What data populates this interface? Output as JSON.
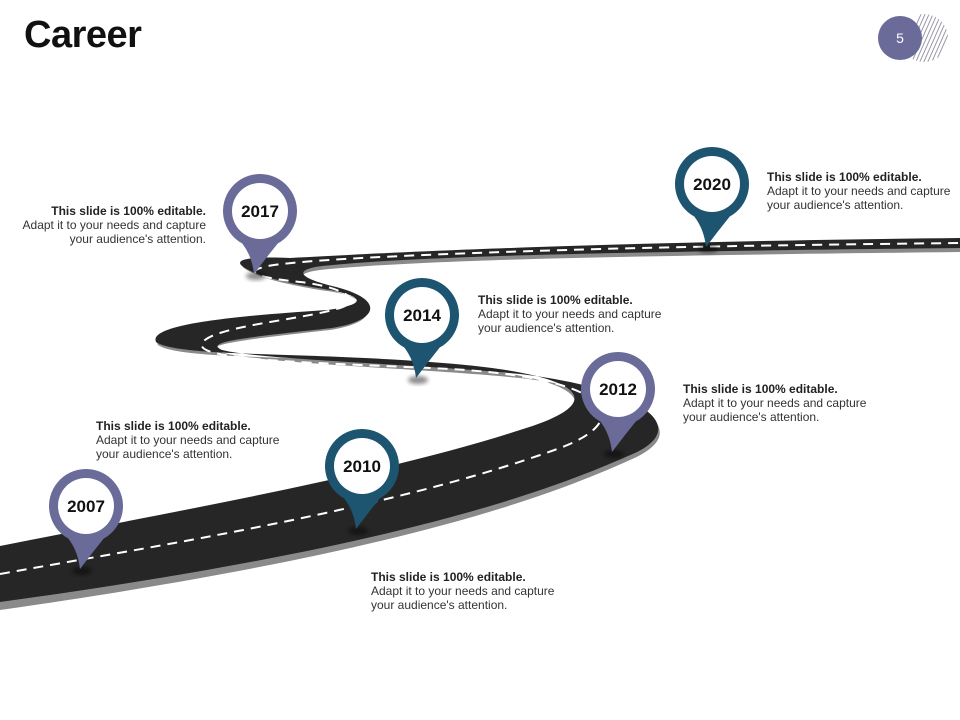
{
  "header": {
    "title": "Career"
  },
  "page_number": "5",
  "colors": {
    "road": "#262626",
    "road_edge": "#8a8a8a",
    "lane": "#ffffff",
    "pin_purple": "#6b6b9a",
    "pin_teal": "#1d5470",
    "badge": "#6b6b9a"
  },
  "milestones": [
    {
      "year": "2007",
      "color": "pin_purple",
      "heading": "This slide is 100% editable.",
      "line1": "Adapt it to your needs and capture",
      "line2": "your audience's attention."
    },
    {
      "year": "2010",
      "color": "pin_teal",
      "heading": "This slide is 100% editable.",
      "line1": "Adapt it to your needs and capture",
      "line2": "your audience's attention."
    },
    {
      "year": "2012",
      "color": "pin_purple",
      "heading": "This slide is 100% editable.",
      "line1": "Adapt it to your needs and capture",
      "line2": "your audience's attention."
    },
    {
      "year": "2014",
      "color": "pin_teal",
      "heading": "This slide is 100% editable.",
      "line1": "Adapt it to your needs and capture",
      "line2": "your audience's attention."
    },
    {
      "year": "2017",
      "color": "pin_purple",
      "heading": "This slide is 100% editable.",
      "line1": "Adapt it to your needs and capture",
      "line2": "your audience's attention."
    },
    {
      "year": "2020",
      "color": "pin_teal",
      "heading": "This slide is 100% editable.",
      "line1": "Adapt it to your needs and capture",
      "line2": "your audience's attention."
    }
  ]
}
